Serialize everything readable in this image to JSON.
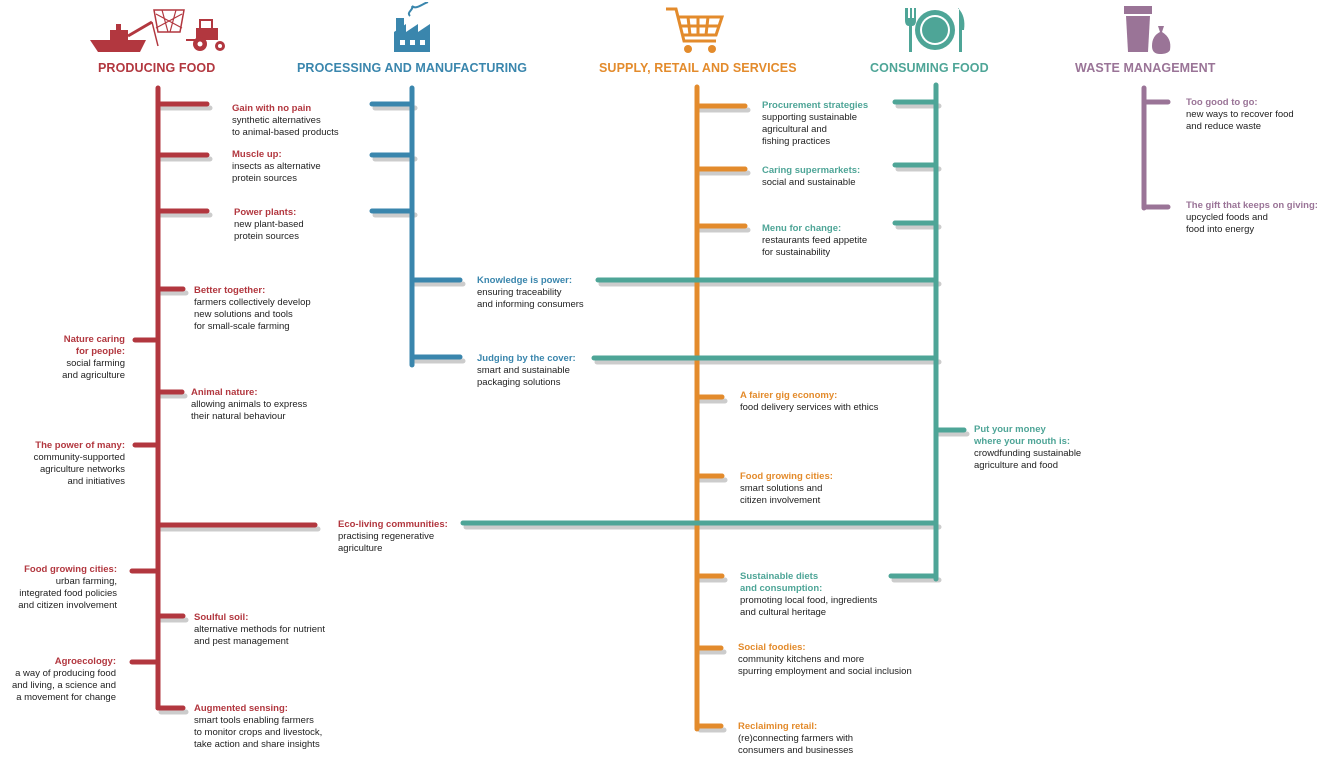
{
  "colors": {
    "producing": "#b2373f",
    "processing": "#3a86ad",
    "supply": "#e38b2c",
    "consuming": "#4ea597",
    "waste": "#9a7497",
    "shadow": "#cccccc",
    "text": "#222222"
  },
  "categories": [
    {
      "key": "producing",
      "title": "PRODUCING FOOD",
      "icon": "fishing-boat-tractor-icon"
    },
    {
      "key": "processing",
      "title": "PROCESSING AND MANUFACTURING",
      "icon": "factory-icon"
    },
    {
      "key": "supply",
      "title": "SUPPLY, RETAIL AND SERVICES",
      "icon": "shopping-cart-icon"
    },
    {
      "key": "consuming",
      "title": "CONSUMING FOOD",
      "icon": "plate-cutlery-icon"
    },
    {
      "key": "waste",
      "title": "WASTE MANAGEMENT",
      "icon": "waste-bin-bag-icon"
    }
  ],
  "items": [
    {
      "title": "Gain with no pain",
      "desc": [
        "synthetic alternatives",
        "to animal-based products"
      ]
    },
    {
      "title": "Muscle up:",
      "desc": [
        "insects as alternative",
        "protein sources"
      ]
    },
    {
      "title": "Power plants:",
      "desc": [
        "new plant-based",
        "protein sources"
      ]
    },
    {
      "title": "Better together:",
      "desc": [
        "farmers collectively develop",
        "new solutions and tools",
        "for small-scale farming"
      ]
    },
    {
      "title": "Nature caring for people:",
      "title_lines": [
        "Nature caring",
        "for people:"
      ],
      "desc": [
        "social farming",
        "and agriculture"
      ]
    },
    {
      "title": "Animal nature:",
      "desc": [
        "allowing animals to express",
        "their natural behaviour"
      ]
    },
    {
      "title": "The power of many:",
      "desc": [
        "community-supported",
        "agriculture networks",
        "and initiatives"
      ]
    },
    {
      "title": "Eco-living communities:",
      "desc": [
        "practising regenerative",
        "agriculture"
      ]
    },
    {
      "title": "Food growing cities:",
      "desc": [
        "urban farming,",
        "integrated food policies",
        "and citizen involvement"
      ]
    },
    {
      "title": "Soulful soil:",
      "desc": [
        "alternative methods for nutrient",
        "and pest management"
      ]
    },
    {
      "title": "Agroecology:",
      "desc": [
        "a way of producing food",
        "and living, a science and",
        "a movement for change"
      ]
    },
    {
      "title": "Augmented sensing:",
      "desc": [
        "smart tools enabling farmers",
        "to monitor crops and livestock,",
        "take action and share insights"
      ]
    },
    {
      "title": "Knowledge is power:",
      "desc": [
        "ensuring traceability",
        "and informing consumers"
      ]
    },
    {
      "title": "Judging by the cover:",
      "desc": [
        "smart and sustainable",
        "packaging solutions"
      ]
    },
    {
      "title": "Procurement strategies",
      "desc": [
        "supporting sustainable",
        "agricultural and",
        "fishing practices"
      ]
    },
    {
      "title": "Caring supermarkets:",
      "desc": [
        "social and sustainable"
      ]
    },
    {
      "title": "Menu for change:",
      "desc": [
        "restaurants feed appetite",
        "for sustainability"
      ]
    },
    {
      "title": "A fairer gig economy:",
      "desc": [
        "food delivery services with ethics"
      ]
    },
    {
      "title": "Food growing cities:",
      "desc": [
        "smart solutions and",
        "citizen involvement"
      ]
    },
    {
      "title": "Sustainable diets and consumption:",
      "title_lines": [
        "Sustainable diets",
        "and consumption:"
      ],
      "desc": [
        "promoting local food, ingredients",
        "and cultural heritage"
      ]
    },
    {
      "title": "Social foodies:",
      "desc": [
        "community kitchens and more",
        "spurring employment and social inclusion"
      ]
    },
    {
      "title": "Reclaiming retail:",
      "desc": [
        "(re)connecting farmers with",
        "consumers and businesses"
      ]
    },
    {
      "title": "Put your money where your mouth is:",
      "title_lines": [
        "Put your money",
        "where your mouth is:"
      ],
      "desc": [
        "crowdfunding sustainable",
        "agriculture and food"
      ]
    },
    {
      "title": "Too good to go:",
      "desc": [
        "new ways to recover food",
        "and reduce waste"
      ]
    },
    {
      "title": "The gift that keeps on giving:",
      "desc": [
        "upcycled foods and",
        "food into energy"
      ]
    }
  ]
}
